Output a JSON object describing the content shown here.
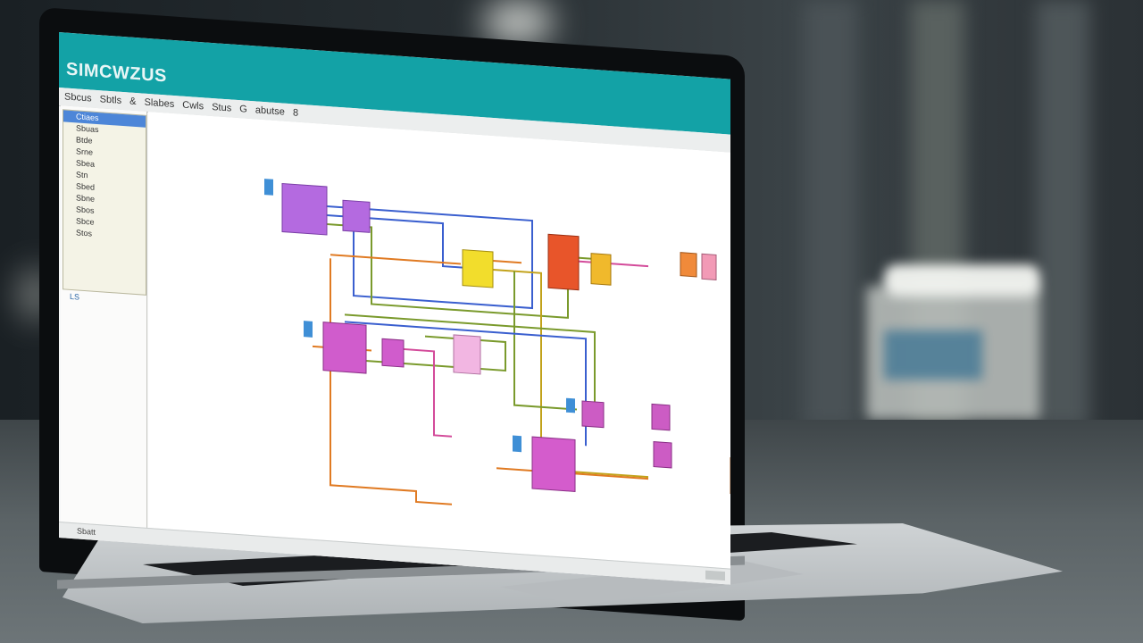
{
  "scene": {
    "description_colors": {
      "background": "#262d31",
      "accent": "#13a2a6"
    }
  },
  "app": {
    "title": "SIMCWZUS",
    "toolbar": [
      "Sbcus",
      "Sbtls",
      "&",
      "Slabes",
      "Cwls",
      "Stus",
      "G",
      "abutse",
      "8"
    ],
    "sidebar": {
      "items": [
        "Ctiaes",
        "Sbuas",
        "Btde",
        "Srne",
        "Sbea",
        "Stn",
        "Sbed",
        "Sbne",
        "Sbos",
        "Sbce",
        "Stos"
      ],
      "selected_index": 0,
      "footer": "LS"
    },
    "status": {
      "left": "Sbatt"
    }
  },
  "diagram": {
    "wire_colors": [
      "#3a5fcf",
      "#e07a22",
      "#7a9a2c",
      "#c2a21a",
      "#d34b9a"
    ],
    "blocks": [
      {
        "name": "block-purple-large-1",
        "color": "#b46ae0"
      },
      {
        "name": "block-purple-small-1",
        "color": "#b46ae0"
      },
      {
        "name": "block-yellow",
        "color": "#f2dd2c"
      },
      {
        "name": "block-orange-red",
        "color": "#e8552a"
      },
      {
        "name": "block-yellow-orange",
        "color": "#f0b92c"
      },
      {
        "name": "block-orange-small",
        "color": "#f08a3a"
      },
      {
        "name": "block-pink-small",
        "color": "#f29ab6"
      },
      {
        "name": "block-magenta-large",
        "color": "#d05ccc"
      },
      {
        "name": "block-magenta-small",
        "color": "#d05ccc"
      },
      {
        "name": "block-pink-light",
        "color": "#f2b6e2"
      },
      {
        "name": "block-magenta-mid-1",
        "color": "#cc5cc4"
      },
      {
        "name": "block-magenta-mid-2",
        "color": "#cc5cc4"
      },
      {
        "name": "block-magenta-mid-3",
        "color": "#cc5cc4"
      },
      {
        "name": "block-magenta-bottom",
        "color": "#d45ccc"
      },
      {
        "name": "block-orange-output",
        "color": "#f0852a"
      }
    ]
  }
}
